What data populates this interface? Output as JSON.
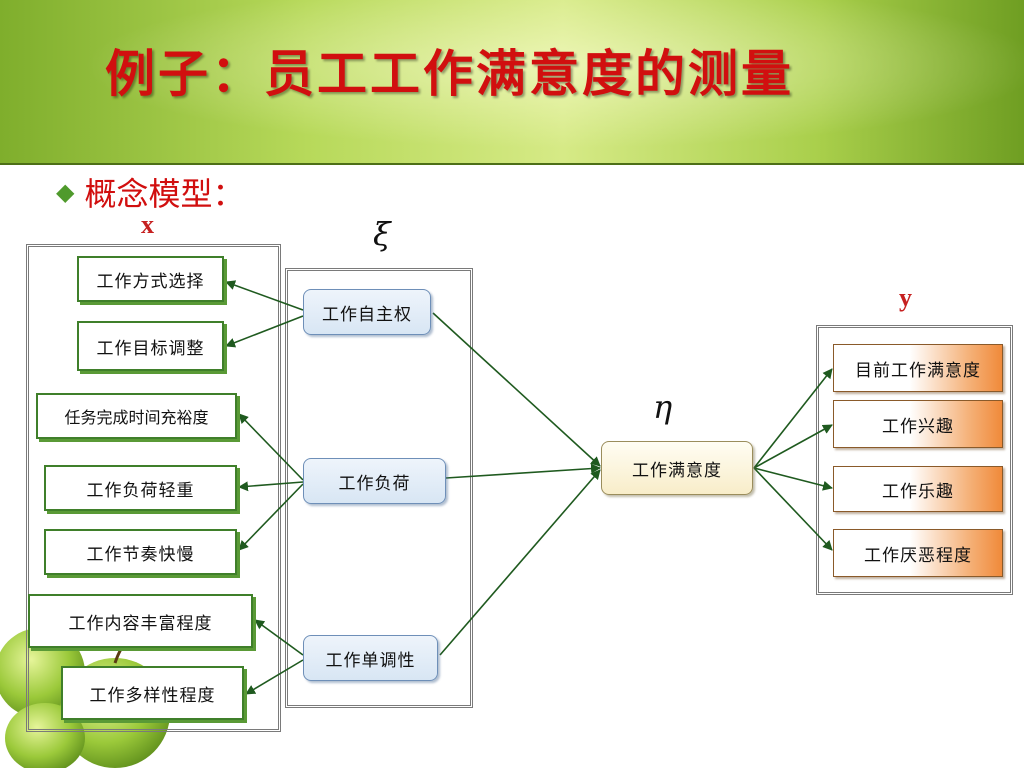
{
  "slide": {
    "title": "例子：员工工作满意度的测量",
    "bullet_icon": "diamond-bullet-icon",
    "bullet_text": "概念模型：",
    "label_x": "x",
    "label_y": "y",
    "symbol_xi": "ξ",
    "symbol_eta": "η"
  },
  "colors": {
    "title": "#d10f0f",
    "variable_label": "#c62020",
    "arrow": "#1f5a1f",
    "header_green": "#a9cf4b"
  },
  "diagram": {
    "x_indicators": [
      "工作方式选择",
      "工作目标调整",
      "任务完成时间充裕度",
      "工作负荷轻重",
      "工作节奏快慢",
      "工作内容丰富程度",
      "工作多样性程度"
    ],
    "xi_factors": [
      "工作自主权",
      "工作负荷",
      "工作单调性"
    ],
    "eta_factor": "工作满意度",
    "y_indicators": [
      "目前工作满意度",
      "工作兴趣",
      "工作乐趣",
      "工作厌恶程度"
    ]
  }
}
